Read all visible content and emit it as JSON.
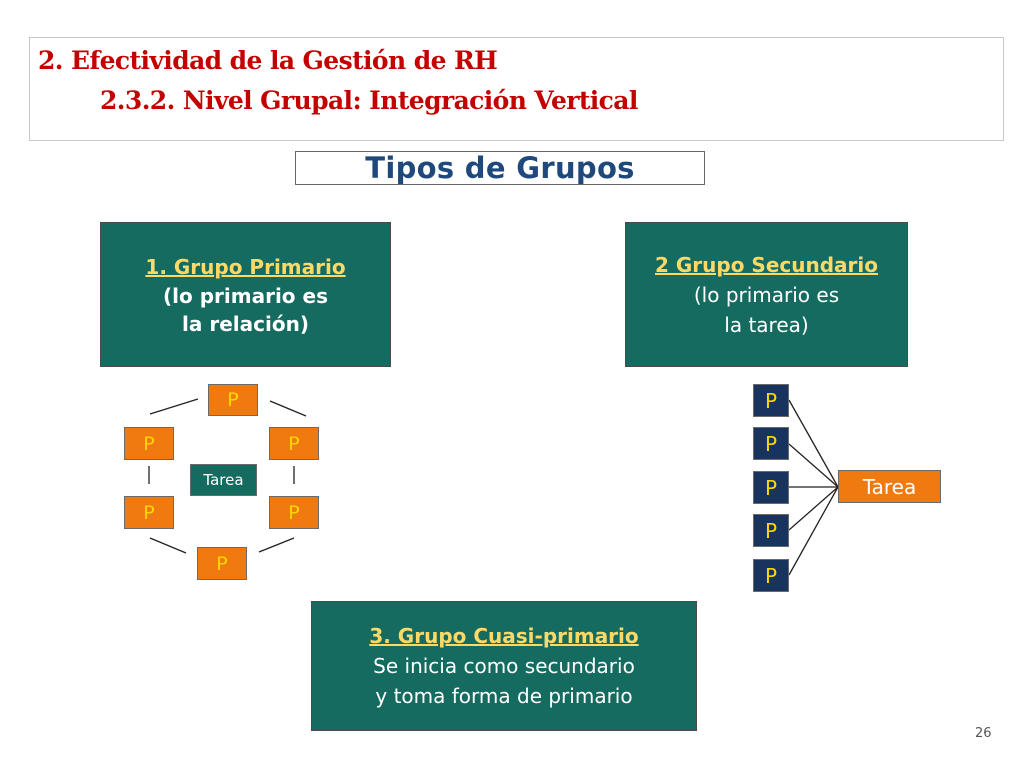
{
  "header": {
    "line1": "2. Efectividad de la Gestión de RH",
    "line2": "2.3.2. Nivel Grupal: Integración Vertical"
  },
  "title": "Tipos de Grupos",
  "primary_group": {
    "line1": "1. Grupo Primario",
    "line2": "(lo primario es",
    "line3": "la relación)"
  },
  "secondary_group": {
    "line1": "2 Grupo Secundario",
    "line2": "(lo primario es",
    "line3": "la tarea)"
  },
  "quasi_group": {
    "line1": "3. Grupo Cuasi-primario",
    "line2": "Se inicia como secundario",
    "line3": "y toma forma de primario"
  },
  "primary_diagram": {
    "node_label": "P",
    "center_label": "Tarea",
    "node_count": 6
  },
  "secondary_diagram": {
    "node_label": "P",
    "task_label": "Tarea",
    "node_count": 5
  },
  "page_number": "26",
  "colors": {
    "heading": "#c40000",
    "title": "#1f497d",
    "group_fill": "#156b60",
    "group_title": "#ffd966",
    "node_orange": "#f07a10",
    "node_navy": "#18335e",
    "node_text": "#ffd700"
  }
}
